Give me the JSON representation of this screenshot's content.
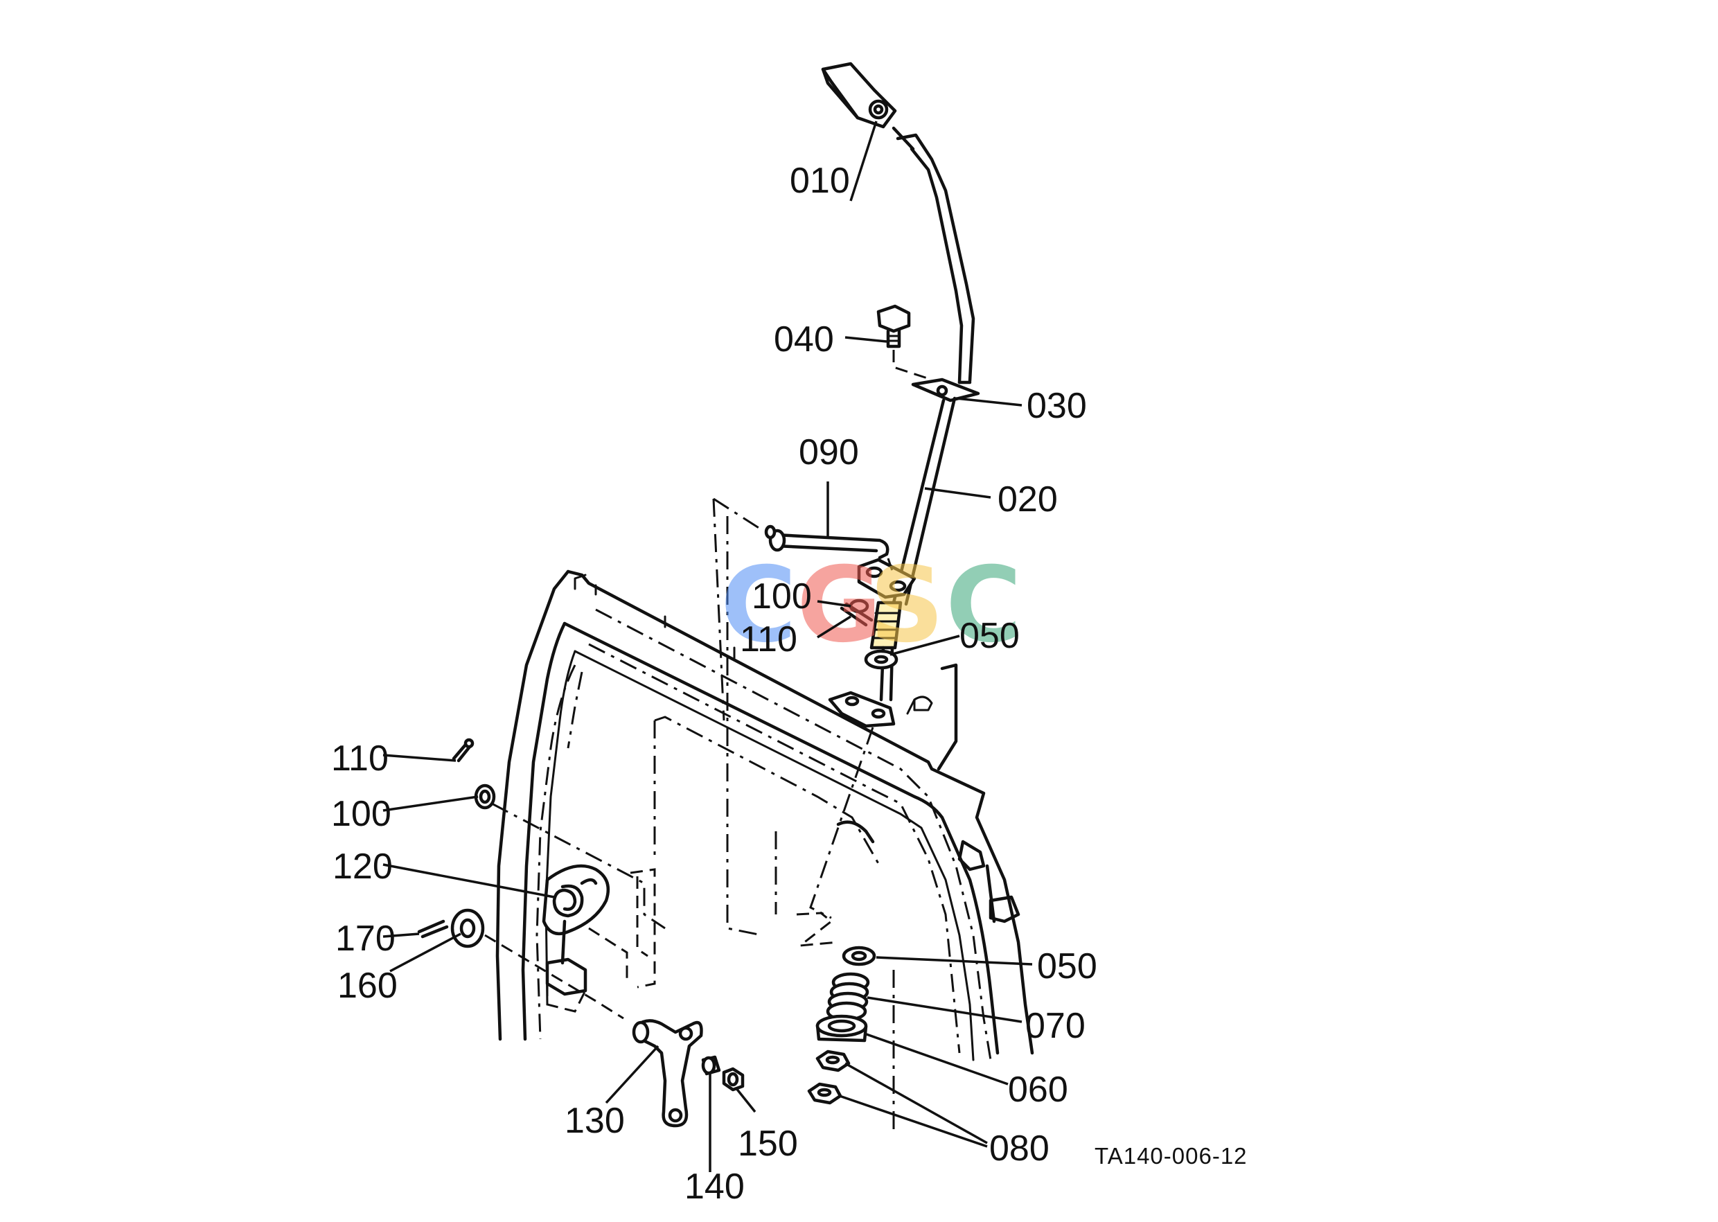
{
  "diagram": {
    "figure_code": "TA140-006-12",
    "watermark": {
      "letters": [
        "C",
        "G",
        "S",
        "C"
      ],
      "colors": [
        "#4f8df5",
        "#ef5b52",
        "#f6c64a",
        "#3aa77a"
      ]
    },
    "callouts": [
      {
        "id": "c010",
        "text": "010"
      },
      {
        "id": "c040",
        "text": "040"
      },
      {
        "id": "c030",
        "text": "030"
      },
      {
        "id": "c090",
        "text": "090"
      },
      {
        "id": "c020",
        "text": "020"
      },
      {
        "id": "c100a",
        "text": "100"
      },
      {
        "id": "c110a",
        "text": "110"
      },
      {
        "id": "c050a",
        "text": "050"
      },
      {
        "id": "c110b",
        "text": "110"
      },
      {
        "id": "c100b",
        "text": "100"
      },
      {
        "id": "c120",
        "text": "120"
      },
      {
        "id": "c170",
        "text": "170"
      },
      {
        "id": "c160",
        "text": "160"
      },
      {
        "id": "c050b",
        "text": "050"
      },
      {
        "id": "c070",
        "text": "070"
      },
      {
        "id": "c060",
        "text": "060"
      },
      {
        "id": "c080",
        "text": "080"
      },
      {
        "id": "c130",
        "text": "130"
      },
      {
        "id": "c140",
        "text": "140"
      },
      {
        "id": "c150",
        "text": "150"
      }
    ]
  }
}
